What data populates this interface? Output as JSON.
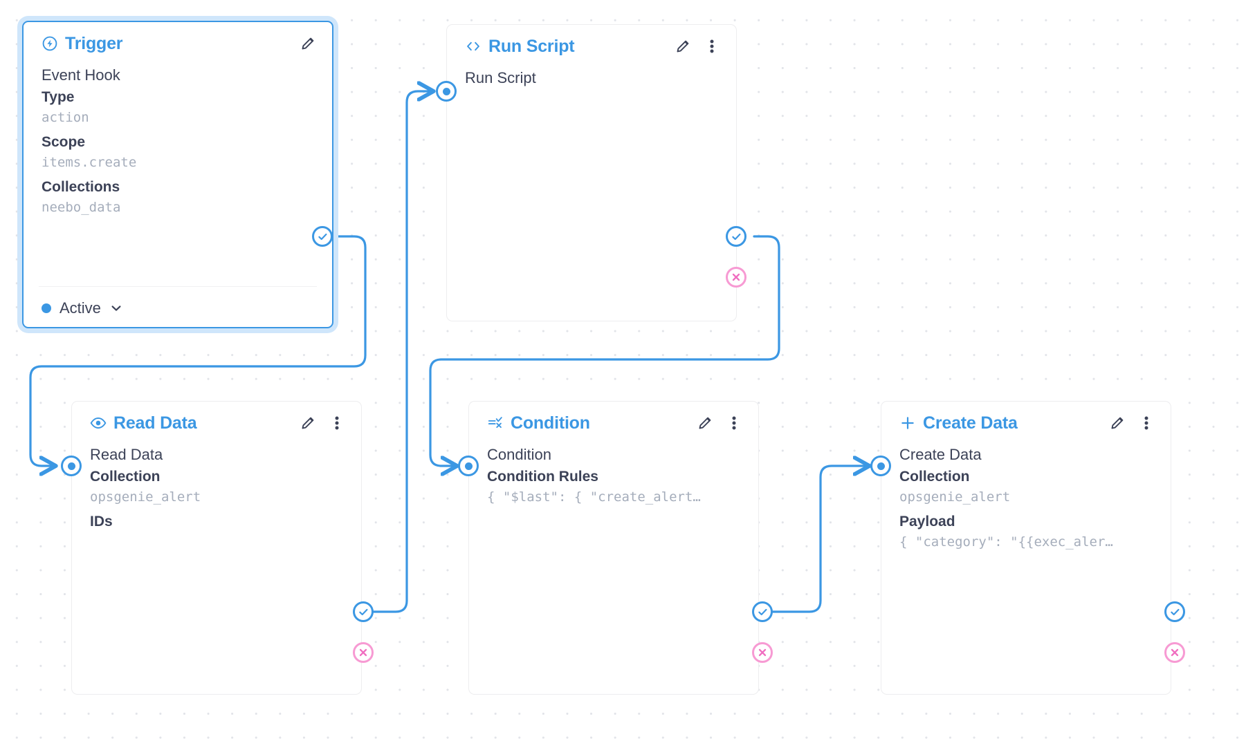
{
  "app": {
    "kind": "flow-editor-canvas",
    "accent": "#3b97e3",
    "reject_color": "#f79ad3",
    "grid": "dotted"
  },
  "nodes": {
    "trigger": {
      "title": "Trigger",
      "icon": "bolt-circle-icon",
      "selected": true,
      "row_name": "Event Hook",
      "fields": [
        {
          "label": "Type",
          "value": "action"
        },
        {
          "label": "Scope",
          "value": "items.create"
        },
        {
          "label": "Collections",
          "value": "neebo_data"
        }
      ],
      "status": "Active"
    },
    "run_script": {
      "title": "Run Script",
      "icon": "code-brackets-icon",
      "row_name": "Run Script",
      "fields": []
    },
    "read_data": {
      "title": "Read Data",
      "icon": "eye-icon",
      "row_name": "Read Data",
      "fields": [
        {
          "label": "Collection",
          "value": "opsgenie_alert"
        },
        {
          "label": "IDs",
          "value": ""
        }
      ]
    },
    "condition": {
      "title": "Condition",
      "icon": "condition-icon",
      "row_name": "Condition",
      "fields": [
        {
          "label": "Condition Rules",
          "value": "{ \"$last\": { \"create_alert…"
        }
      ]
    },
    "create_data": {
      "title": "Create Data",
      "icon": "plus-icon",
      "row_name": "Create Data",
      "fields": [
        {
          "label": "Collection",
          "value": "opsgenie_alert"
        },
        {
          "label": "Payload",
          "value": "{ \"category\": \"{{exec_aler…"
        }
      ]
    }
  },
  "controls": {
    "edit_label": "Edit",
    "more_label": "More options",
    "chevron": "chevron-down-icon"
  }
}
